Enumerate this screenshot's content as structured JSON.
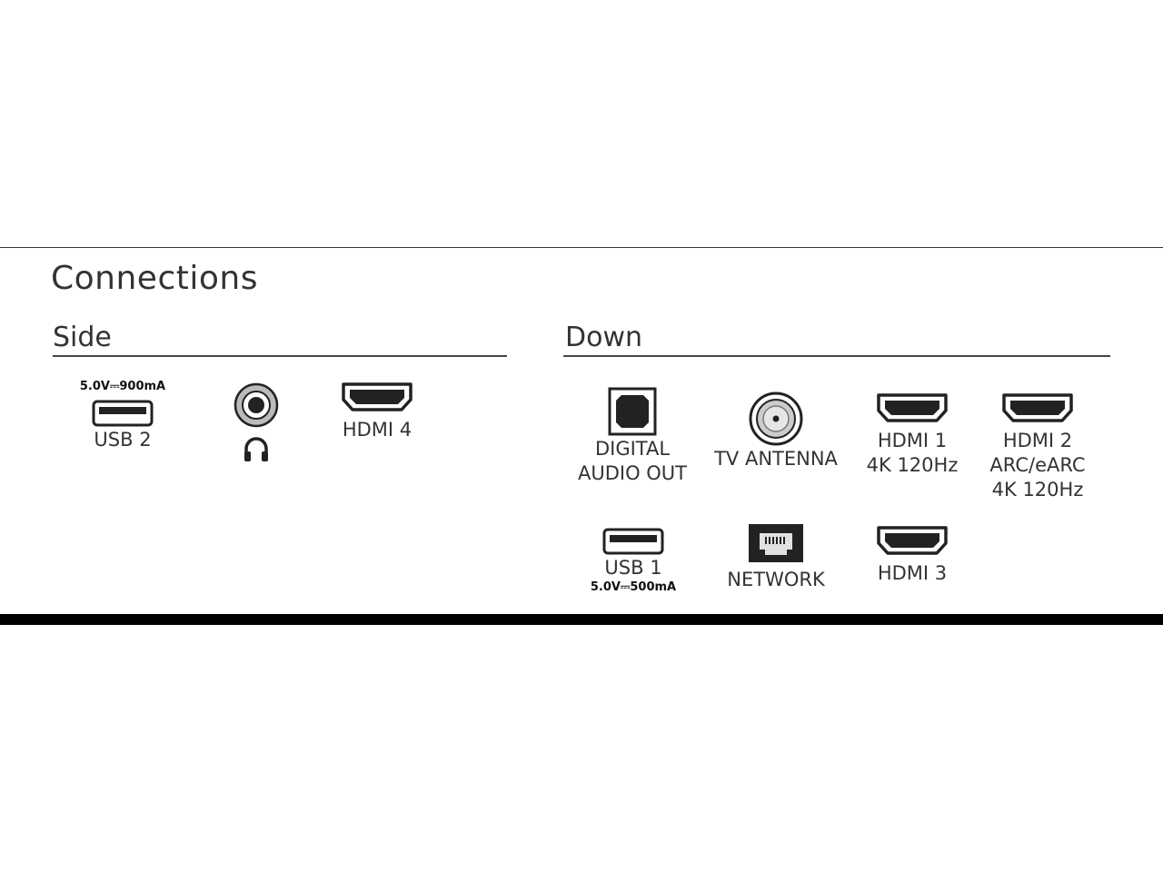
{
  "title": "Connections",
  "side": {
    "heading": "Side",
    "usb2": {
      "rating": "5.0V⎓900mA",
      "label": "USB 2",
      "icon": "usb-a-icon"
    },
    "headphone": {
      "icon": "headphone-icon"
    },
    "hdmi4": {
      "label": "HDMI 4",
      "icon": "hdmi-icon"
    }
  },
  "down": {
    "heading": "Down",
    "digital_audio": {
      "label": "DIGITAL\nAUDIO OUT",
      "icon": "optical-icon"
    },
    "antenna": {
      "label": "TV ANTENNA",
      "icon": "coax-icon"
    },
    "hdmi1": {
      "label": "HDMI 1\n4K 120Hz",
      "icon": "hdmi-icon"
    },
    "hdmi2": {
      "label": "HDMI 2\nARC/eARC\n4K 120Hz",
      "icon": "hdmi-icon"
    },
    "usb1": {
      "label": "USB 1",
      "rating": "5.0V⎓500mA",
      "icon": "usb-a-icon"
    },
    "network": {
      "label": "NETWORK",
      "icon": "ethernet-icon"
    },
    "hdmi3": {
      "label": "HDMI 3",
      "icon": "hdmi-icon"
    }
  }
}
